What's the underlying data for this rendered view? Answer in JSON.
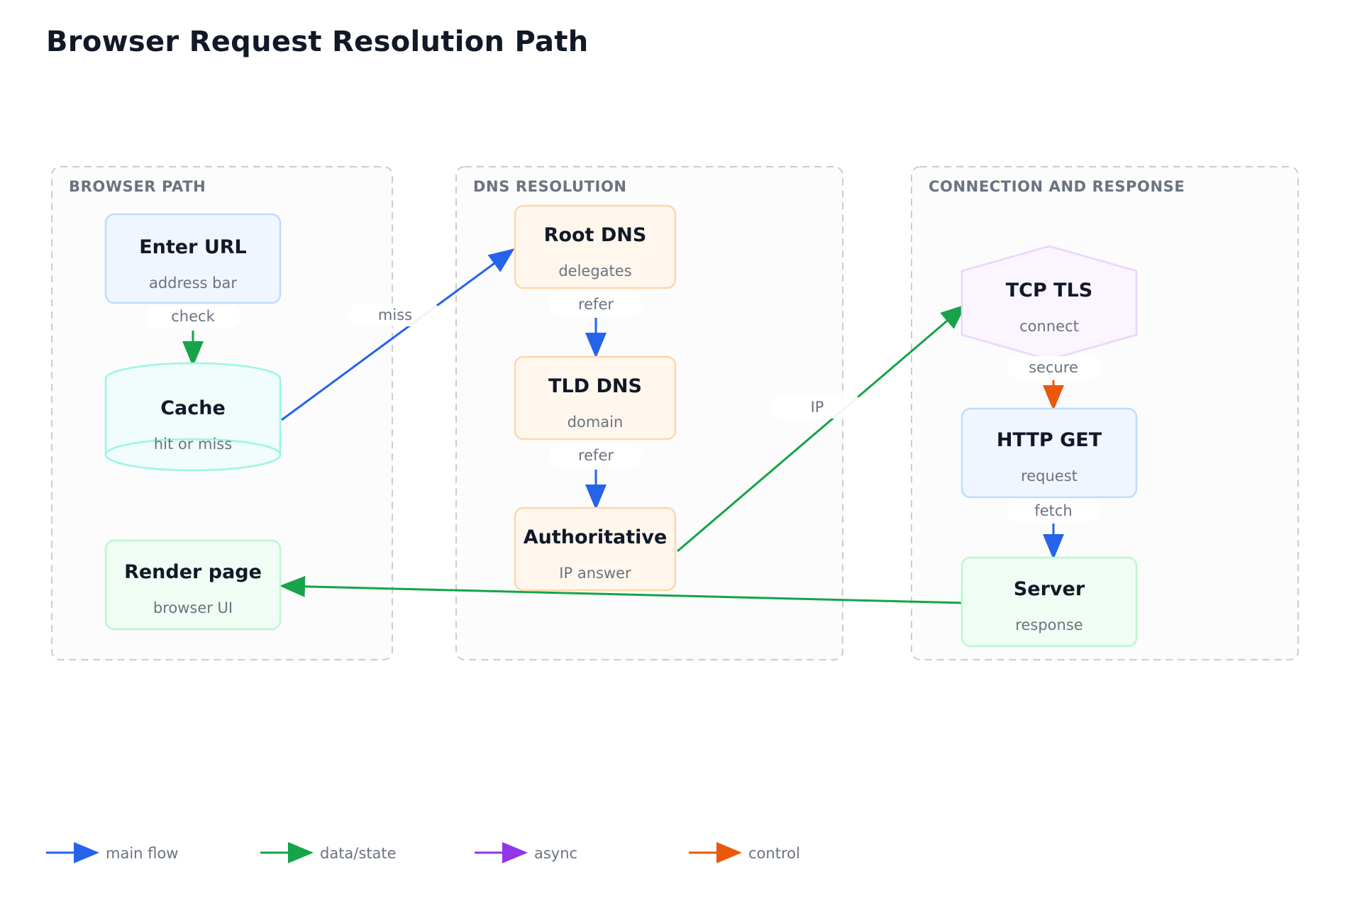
{
  "title": "Browser Request Resolution Path",
  "groups": {
    "browser": "BROWSER PATH",
    "dns": "DNS RESOLUTION",
    "conn": "CONNECTION AND RESPONSE"
  },
  "nodes": {
    "enter_url": {
      "title": "Enter URL",
      "sub": "address bar"
    },
    "cache": {
      "title": "Cache",
      "sub": "hit or miss"
    },
    "render": {
      "title": "Render page",
      "sub": "browser UI"
    },
    "root_dns": {
      "title": "Root DNS",
      "sub": "delegates"
    },
    "tld_dns": {
      "title": "TLD DNS",
      "sub": "domain"
    },
    "auth": {
      "title": "Authoritative",
      "sub": "IP answer"
    },
    "tcp_tls": {
      "title": "TCP TLS",
      "sub": "connect"
    },
    "http_get": {
      "title": "HTTP GET",
      "sub": "request"
    },
    "server": {
      "title": "Server",
      "sub": "response"
    }
  },
  "edges": {
    "check": "check",
    "miss": "miss",
    "refer1": "refer",
    "refer2": "refer",
    "ip": "IP",
    "secure": "secure",
    "fetch": "fetch"
  },
  "legend": {
    "main": "main flow",
    "data": "data/state",
    "async": "async",
    "control": "control"
  },
  "colors": {
    "main": "#2563eb",
    "data": "#16a34a",
    "async": "#9333ea",
    "control": "#ea580c"
  }
}
